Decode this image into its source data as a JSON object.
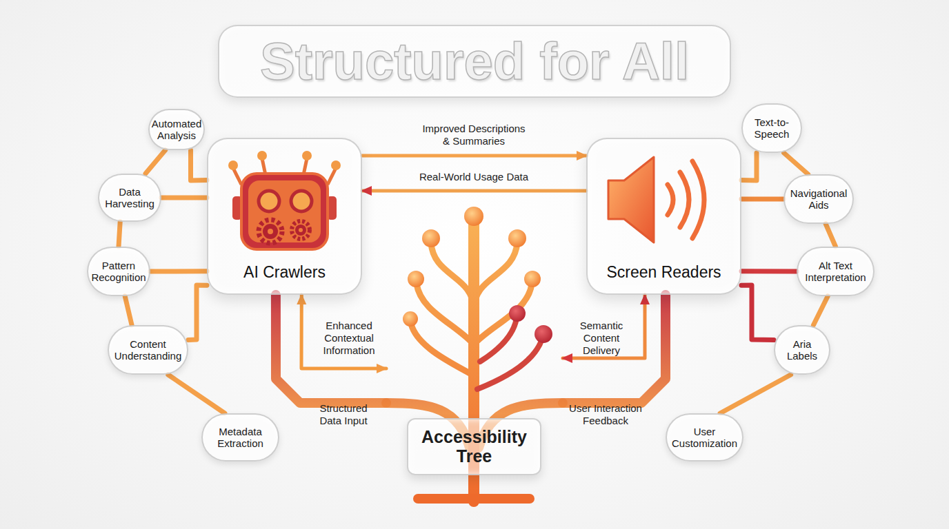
{
  "diagram": {
    "title": "Structured for All",
    "nodes": [
      {
        "text": [
          "AI Crawlers"
        ]
      },
      {
        "text": [
          "Screen Readers"
        ]
      },
      {
        "text": [
          "Accessibility Tree"
        ]
      },
      {
        "text": [
          "Automated Analysis"
        ]
      },
      {
        "text": [
          "Data Harvesting"
        ]
      },
      {
        "text": [
          "Pattern Recognition"
        ]
      },
      {
        "text": [
          "Content Understanding"
        ]
      },
      {
        "text": [
          "Metadata Extraction"
        ]
      },
      {
        "text": [
          "Text-to-Speech"
        ]
      },
      {
        "text": [
          "Navigational Aids"
        ]
      },
      {
        "text": [
          "Alt Text Interpretation"
        ]
      },
      {
        "text": [
          "Aria Labels"
        ]
      },
      {
        "text": [
          "User Customization"
        ]
      }
    ],
    "edges": [
      {
        "from": 0,
        "to": 1,
        "label": "Improved Descriptions & Summaries",
        "arrow": "to"
      },
      {
        "from": 1,
        "to": 0,
        "label": "Real-World Usage Data",
        "arrow": "to"
      },
      {
        "from": 0,
        "to": 2,
        "label": "Enhanced Contextual Information",
        "arrow": "both"
      },
      {
        "from": 0,
        "to": 2,
        "label": "Structured Data Input",
        "arrow": "none"
      },
      {
        "from": 1,
        "to": 2,
        "label": "Semantic Content Delivery",
        "arrow": "both"
      },
      {
        "from": 1,
        "to": 2,
        "label": "User Interaction Feedback",
        "arrow": "none"
      },
      {
        "from": 3,
        "to": 0,
        "arrow": "none"
      },
      {
        "from": 4,
        "to": 0,
        "arrow": "none"
      },
      {
        "from": 5,
        "to": 0,
        "arrow": "none"
      },
      {
        "from": 6,
        "to": 0,
        "arrow": "none"
      },
      {
        "from": 3,
        "to": 4,
        "arrow": "none"
      },
      {
        "from": 4,
        "to": 5,
        "arrow": "none"
      },
      {
        "from": 5,
        "to": 6,
        "arrow": "none"
      },
      {
        "from": 6,
        "to": 7,
        "arrow": "none"
      },
      {
        "from": 8,
        "to": 1,
        "arrow": "none"
      },
      {
        "from": 9,
        "to": 1,
        "arrow": "none"
      },
      {
        "from": 10,
        "to": 1,
        "arrow": "none"
      },
      {
        "from": 11,
        "to": 1,
        "arrow": "none"
      },
      {
        "from": 8,
        "to": 9,
        "arrow": "none"
      },
      {
        "from": 9,
        "to": 10,
        "arrow": "none"
      },
      {
        "from": 10,
        "to": 11,
        "arrow": "none"
      },
      {
        "from": 11,
        "to": 12,
        "arrow": "none"
      }
    ]
  }
}
